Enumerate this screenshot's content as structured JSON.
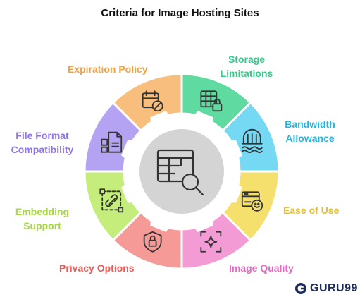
{
  "title": "Criteria for Image Hosting Sites",
  "segments": [
    {
      "label_line1": "Storage",
      "label_line2": "Limitations",
      "color": "#5fdaa0",
      "icon": "storage-lock-icon"
    },
    {
      "label_line1": "Bandwidth",
      "label_line2": "Allowance",
      "color": "#75d9f3",
      "icon": "bandwidth-bridge-icon"
    },
    {
      "label_line1": "Ease of Use",
      "label_line2": "",
      "color": "#f5e06e",
      "icon": "browser-face-icon"
    },
    {
      "label_line1": "Image Quality",
      "label_line2": "",
      "color": "#f39bd5",
      "icon": "sparkle-frame-icon"
    },
    {
      "label_line1": "Privacy Options",
      "label_line2": "",
      "color": "#f59a96",
      "icon": "shield-lock-icon"
    },
    {
      "label_line1": "Embedding",
      "label_line2": "Support",
      "color": "#c4ed7b",
      "icon": "embed-link-icon"
    },
    {
      "label_line1": "File Format",
      "label_line2": "Compatibility",
      "color": "#b3a3f2",
      "icon": "file-format-icon"
    },
    {
      "label_line1": "Expiration Policy",
      "label_line2": "",
      "color": "#f8be7d",
      "icon": "calendar-ban-icon"
    }
  ],
  "label_colors": {
    "storage": "#37c98c",
    "bandwidth": "#2ab3d8",
    "ease": "#e4c22d",
    "quality": "#e26bc0",
    "privacy": "#ea5b57",
    "embedding": "#a6d843",
    "fileformat": "#8d75ea",
    "expiration": "#f0a24a"
  },
  "hub": {
    "color": "#d4d4d4",
    "icon": "table-search-icon"
  },
  "brand": {
    "text": "GURU99",
    "color": "#1b2b5b"
  }
}
